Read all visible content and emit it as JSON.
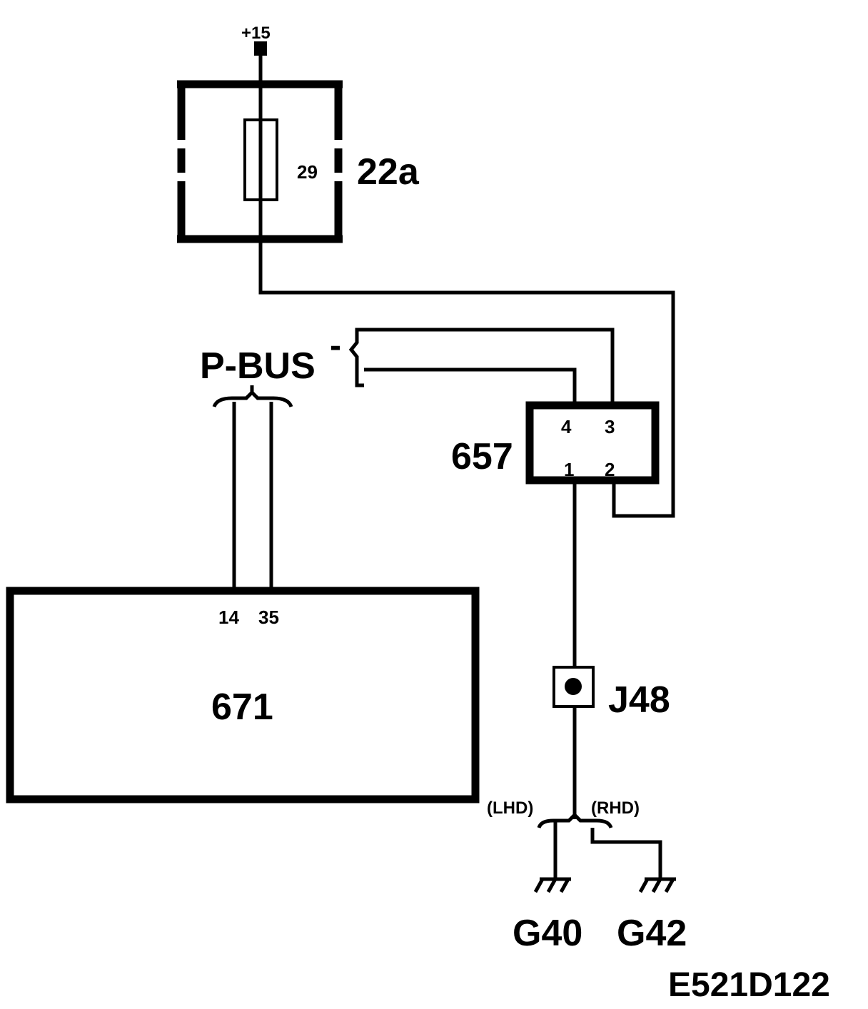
{
  "supply": {
    "label": "+15"
  },
  "fuse": {
    "number": "29",
    "label": "22a"
  },
  "bus": {
    "label": "P-BUS",
    "polarity_mark": "-"
  },
  "module_657": {
    "label": "657",
    "pins": {
      "p4": "4",
      "p3": "3",
      "p1": "1",
      "p2": "2"
    }
  },
  "module_671": {
    "label": "671",
    "pins": {
      "p14": "14",
      "p35": "35"
    }
  },
  "junction": {
    "label": "J48"
  },
  "variants": {
    "left": "(LHD)",
    "right": "(RHD)"
  },
  "grounds": {
    "g1": "G40",
    "g2": "G42"
  },
  "figure_id": "E521D122"
}
